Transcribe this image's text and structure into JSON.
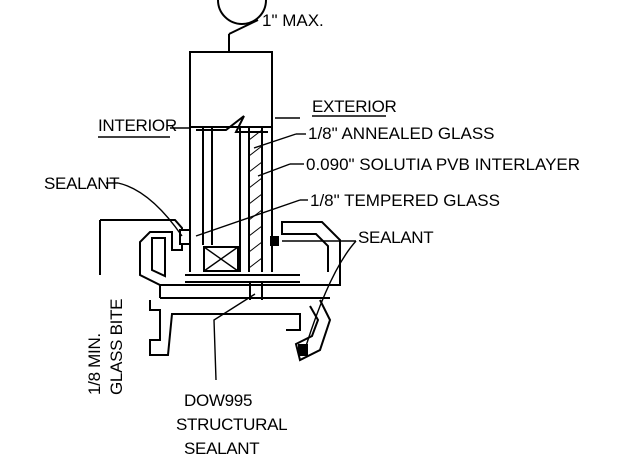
{
  "labels": {
    "max_dim": "1\" MAX.",
    "exterior": "EXTERIOR",
    "interior": "INTERIOR",
    "annealed_glass": "1/8\" ANNEALED GLASS",
    "pvb_interlayer": "0.090\" SOLUTIA PVB INTERLAYER",
    "tempered_glass": "1/8\" TEMPERED GLASS",
    "sealant_left": "SEALANT",
    "sealant_right": "SEALANT",
    "glass_bite_line1": "1/8 MIN.",
    "glass_bite_line2": "GLASS BITE",
    "structural_line1": "DOW995",
    "structural_line2": "STRUCTURAL",
    "structural_line3": "SEALANT"
  }
}
